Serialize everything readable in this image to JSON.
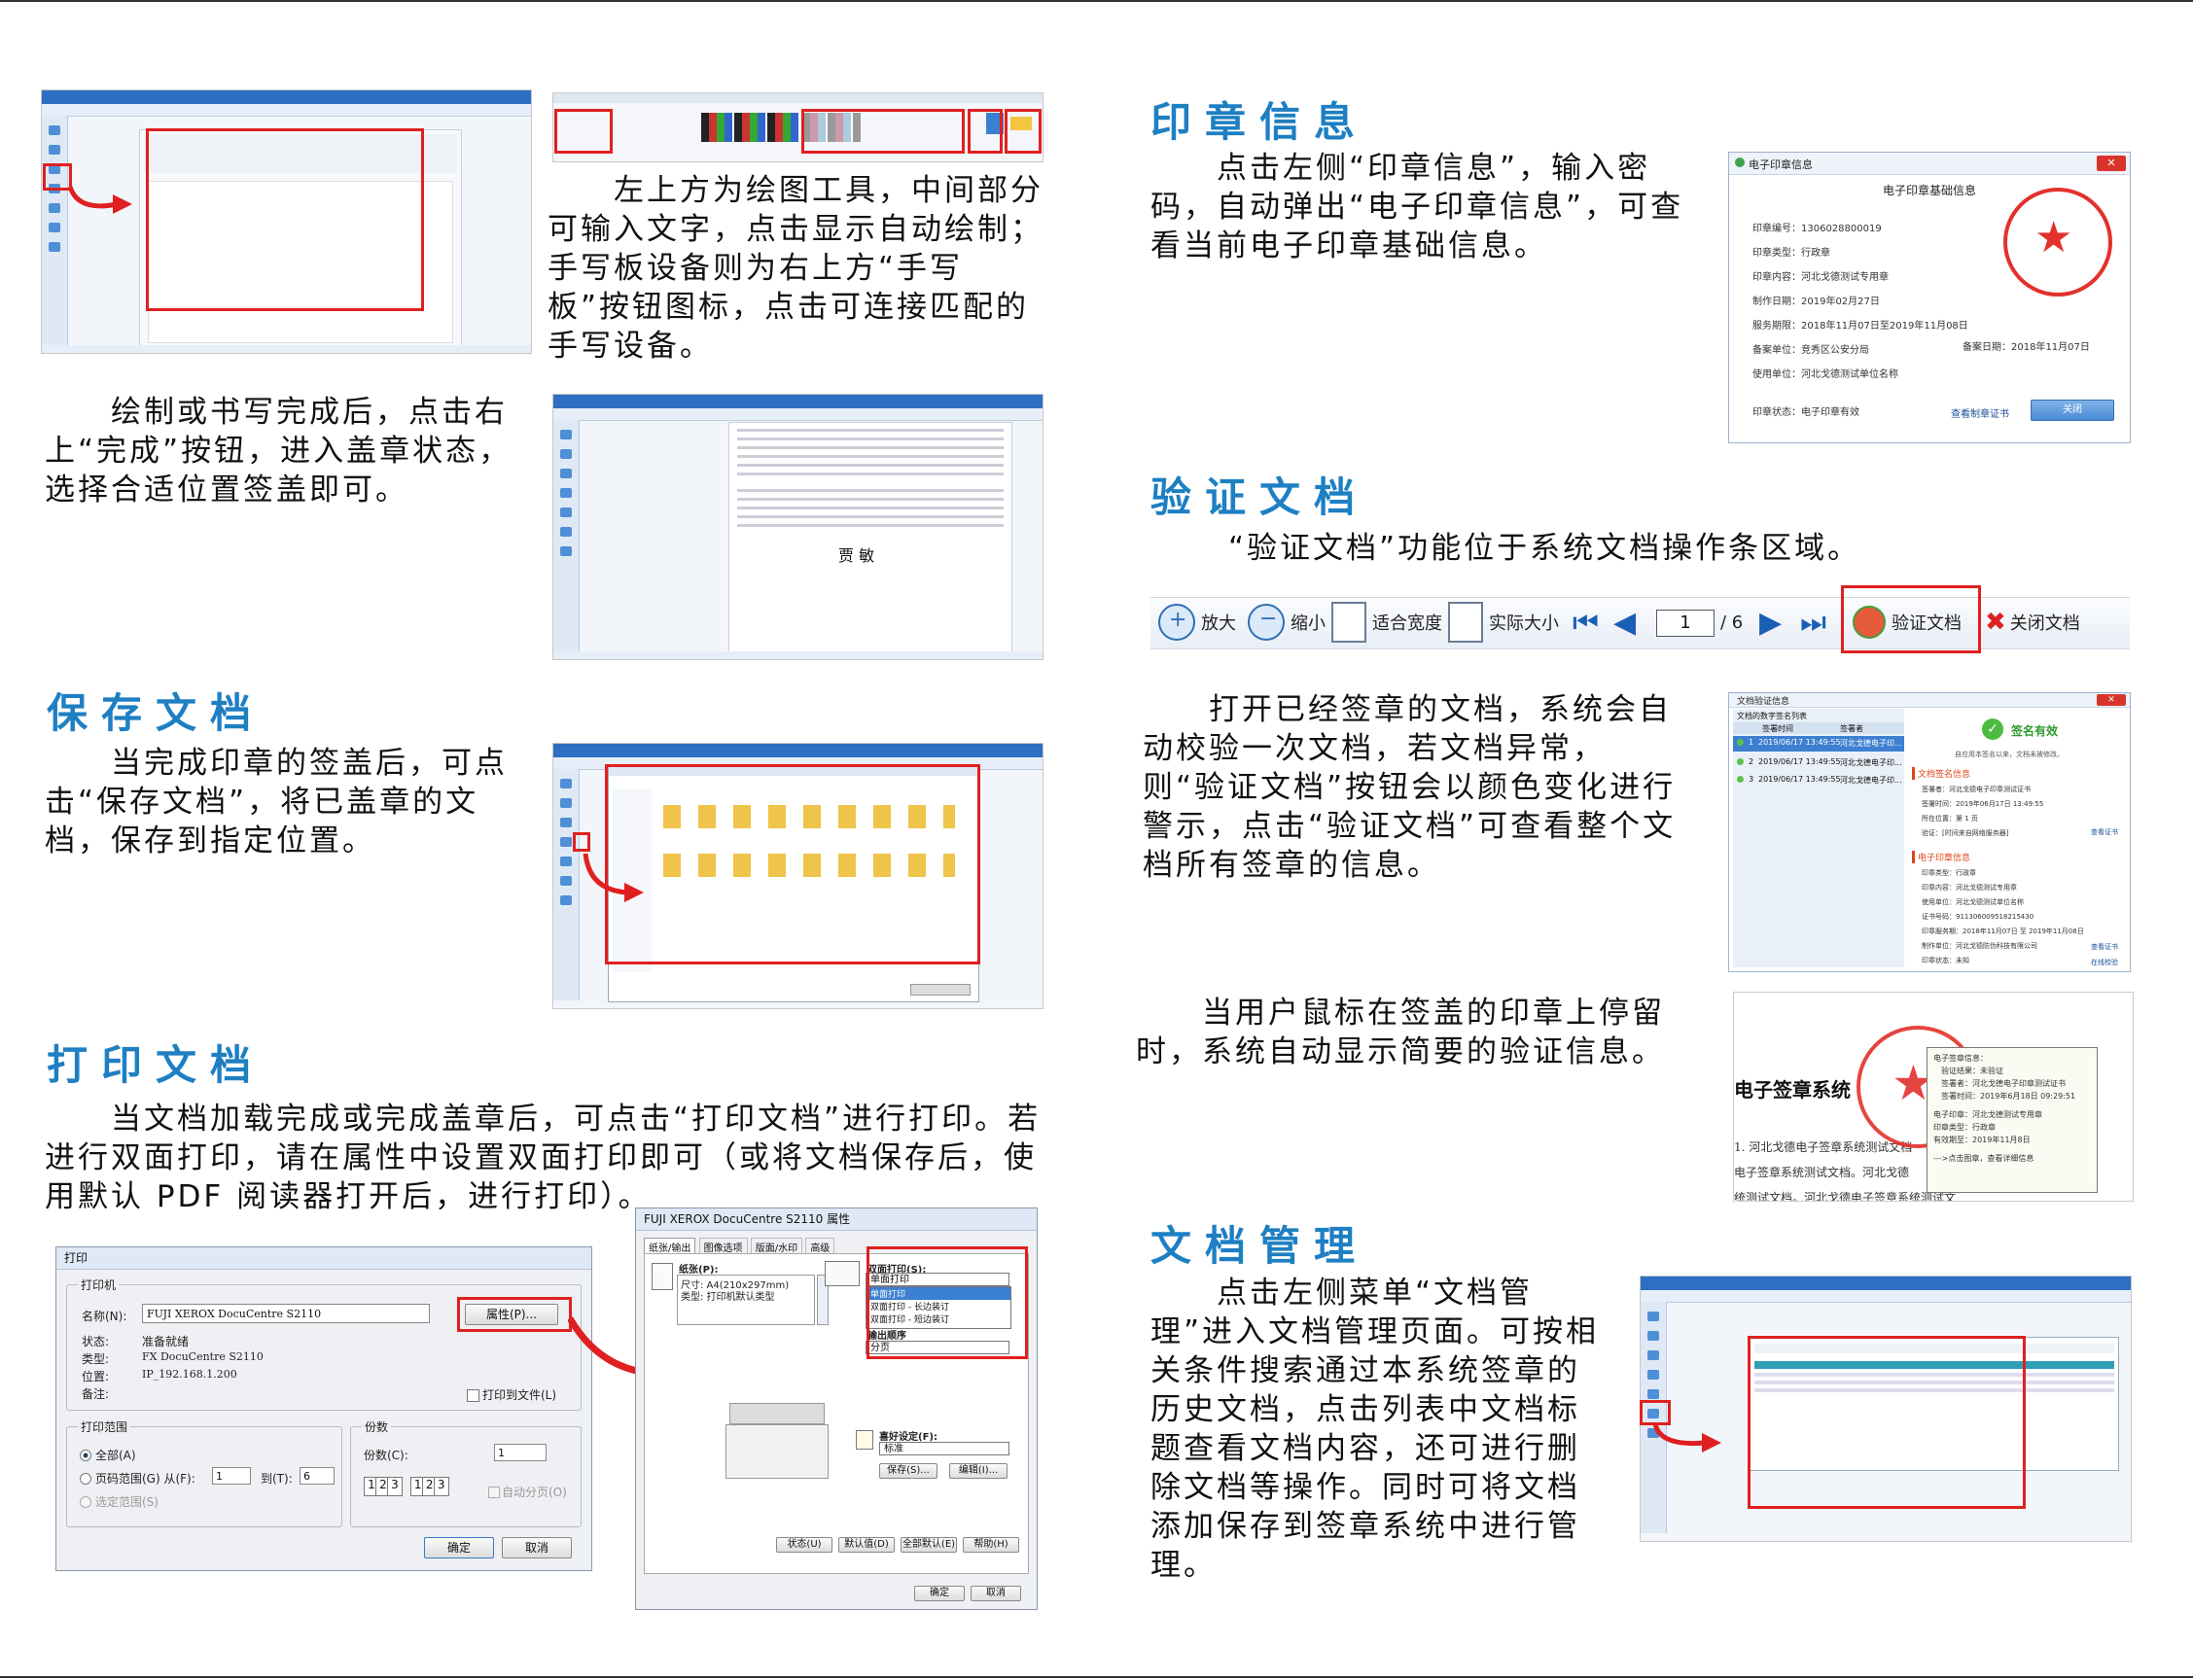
{
  "sections": {
    "draw": {
      "para1": "左上方为绘图工具，中间部分可输入文字，点击显示自动绘制；手写板设备则为右上方“手写板”按钮图标，点击可连接匹配的手写设备。",
      "para2": "绘制或书写完成后，点击右上“完成”按钮，进入盖章状态，选择合适位置签盖即可。"
    },
    "save": {
      "title": "保存文档",
      "para": "当完成印章的签盖后，可点击“保存文档”，将已盖章的文档，保存到指定位置。"
    },
    "print": {
      "title": "打印文档",
      "para": "当文档加载完成或完成盖章后，可点击“打印文档”进行打印。若进行双面打印，请在属性中设置双面打印即可（或将文档保存后，使用默认 PDF 阅读器打开后，进行打印）。"
    },
    "seal_info": {
      "title": "印章信息",
      "para": "点击左侧“印章信息”，输入密码，自动弹出“电子印章信息”，可查看当前电子印章基础信息。"
    },
    "verify": {
      "title": "验证文档",
      "para1": "“验证文档”功能位于系统文档操作条区域。",
      "para2": "打开已经签章的文档，系统会自动校验一次文档，若文档异常，则“验证文档”按钮会以颜色变化进行警示，点击“验证文档”可查看整个文档所有签章的信息。",
      "para3": "当用户鼠标在签盖的印章上停留时，系统自动显示简要的验证信息。"
    },
    "manage": {
      "title": "文档管理",
      "para": "点击左侧菜单“文档管理”进入文档管理页面。可按相关条件搜索通过本系统签章的历史文档，点击列表中文档标题查看文档内容，还可进行删除文档等操作。同时可将文档添加保存到签章系统中进行管理。"
    }
  },
  "print_dialog": {
    "title": "打印",
    "printer_group": "打印机",
    "name_label": "名称(N):",
    "name_value": "FUJI XEROX DocuCentre S2110",
    "props_button": "属性(P)...",
    "status_label": "状态:",
    "status_value": "准备就绪",
    "type_label": "类型:",
    "type_value": "FX DocuCentre S2110",
    "where_label": "位置:",
    "where_value": "IP_192.168.1.200",
    "comment_label": "备注:",
    "print_to_file": "打印到文件(L)",
    "range_group": "打印范围",
    "range_all": "全部(A)",
    "range_pages": "页码范围(G) 从(F):",
    "range_from": "1",
    "range_to_label": "到(T):",
    "range_to": "6",
    "range_selection": "选定范围(S)",
    "copies_group": "份数",
    "copies_label": "份数(C):",
    "copies_value": "1",
    "collate": "自动分页(O)",
    "ok": "确定",
    "cancel": "取消"
  },
  "props_dialog": {
    "title": "FUJI XEROX DocuCentre S2110 属性",
    "tabs": [
      "纸张/输出",
      "图像选项",
      "版面/水印",
      "高级"
    ],
    "paper_label": "纸张(P):",
    "paper_size": "尺寸: A4(210x297mm)",
    "paper_type": "类型: 打印机默认类型",
    "duplex_label": "双面打印(S):",
    "duplex_options": [
      "单面打印",
      "单面打印",
      "双面打印 - 长边装订",
      "双面打印 - 短边装订"
    ],
    "output_label": "输出顺序",
    "output_value": "分页",
    "favorites_label": "喜好设定(F):",
    "favorites_value": "标准",
    "save_btn": "保存(S)...",
    "edit_btn": "编辑(I)...",
    "bottom_buttons": [
      "状态(U)",
      "默认值(D)",
      "全部默认(E)",
      "帮助(H)"
    ],
    "ok": "确定",
    "cancel": "取消"
  },
  "seal_window": {
    "title": "电子印章信息",
    "close": "✕",
    "heading": "电子印章基础信息",
    "rows": [
      "印章编号：1306028800019",
      "印章类型：行政章",
      "印章内容：河北戈德测试专用章",
      "制作日期：2019年02月27日",
      "服务期限：2018年11月07日至2019年11月08日",
      "备案单位：竞秀区公安分局",
      "使用单位：河北戈德测试单位名称",
      "印章状态：电子印章有效"
    ],
    "filing_date": "备案日期：2018年11月07日",
    "view_cert": "查看制章证书",
    "close_btn": "关闭"
  },
  "toolbar": {
    "zoom_in": "放大",
    "zoom_out": "缩小",
    "fit_width": "适合宽度",
    "actual_size": "实际大小",
    "page_current": "1",
    "page_total": "/ 6",
    "verify": "验证文档",
    "close_doc": "关闭文档"
  },
  "verify_window": {
    "title": "文档验证信息",
    "list_title": "文档的数字签名列表",
    "col_time": "签署时间",
    "col_signer": "签署者",
    "rows": [
      {
        "n": "1",
        "t": "2019/06/17 13:49:55",
        "s": "河北戈德电子印..."
      },
      {
        "n": "2",
        "t": "2019/06/17 13:49:55",
        "s": "河北戈德电子印..."
      },
      {
        "n": "3",
        "t": "2019/06/17 13:49:55",
        "s": "河北戈德电子印..."
      }
    ],
    "valid": "签名有效",
    "valid_sub": "自应用本签名以来，文档未被修改。",
    "doc_sig_heading": "文档签名信息",
    "doc_sig_rows": [
      "签署者：河北戈德电子印章测试证书",
      "签署时间：2019年06月17日 13:49:55",
      "所在位置：第 1 页",
      "验证：[时间来自网络服务器]"
    ],
    "view_cert": "查看证书",
    "seal_heading": "电子印章信息",
    "seal_rows": [
      "印章类型：行政章",
      "印章内容：河北戈德测试专用章",
      "使用单位：河北戈德测试单位名称",
      "证书号码：911306009518215430",
      "印章服务期：2018年11月07日 至 2019年11月08日",
      "制作单位：河北戈德防伪科技有限公司",
      "印章状态：未知"
    ],
    "view_cert2": "查看证书",
    "online_verify": "在线校验"
  },
  "tooltip_shot": {
    "title_text": "电子签章系统",
    "body_lines": [
      "1. 河北戈德电子签章系统测试文档",
      "电子签章系统测试文档。河北戈德",
      "统测试文档。河北戈德电子签章系统测试文"
    ],
    "tooltip_lines": [
      "电子签章信息：",
      "验证结果：未验证",
      "签署者：河北戈德电子印章测试证书",
      "签署时间：2019年6月18日 09:29:51",
      "电子印章：河北戈德测试专用章",
      "印章类型：行政章",
      "有效期至：2019年11月8日",
      "--->点击图章，查看详细信息"
    ]
  },
  "signature_text": "贾 敏",
  "colors": {
    "accent": "#1e7fc3",
    "highlight": "#e02020"
  }
}
